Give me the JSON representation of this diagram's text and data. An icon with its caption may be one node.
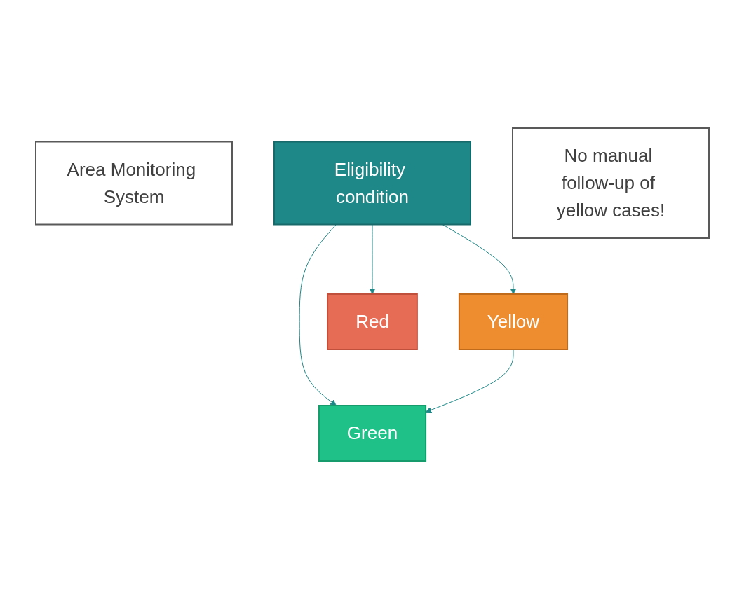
{
  "diagram": {
    "nodes": [
      {
        "text": [
          "Area Monitoring System"
        ]
      },
      {
        "text": [
          "Eligibility condition"
        ]
      },
      {
        "text": [
          "Yellow"
        ]
      },
      {
        "text": [
          "Green"
        ]
      },
      {
        "text": [
          "Red"
        ]
      },
      {
        "text": [
          "No manual follow-up of yellow cases!"
        ]
      }
    ],
    "edges": [
      {
        "from": 1,
        "to": 3,
        "arrow": "to"
      },
      {
        "from": 1,
        "to": 2,
        "arrow": "to"
      },
      {
        "from": 1,
        "to": 4,
        "arrow": "to"
      },
      {
        "from": 2,
        "to": 3,
        "arrow": "to"
      }
    ]
  }
}
